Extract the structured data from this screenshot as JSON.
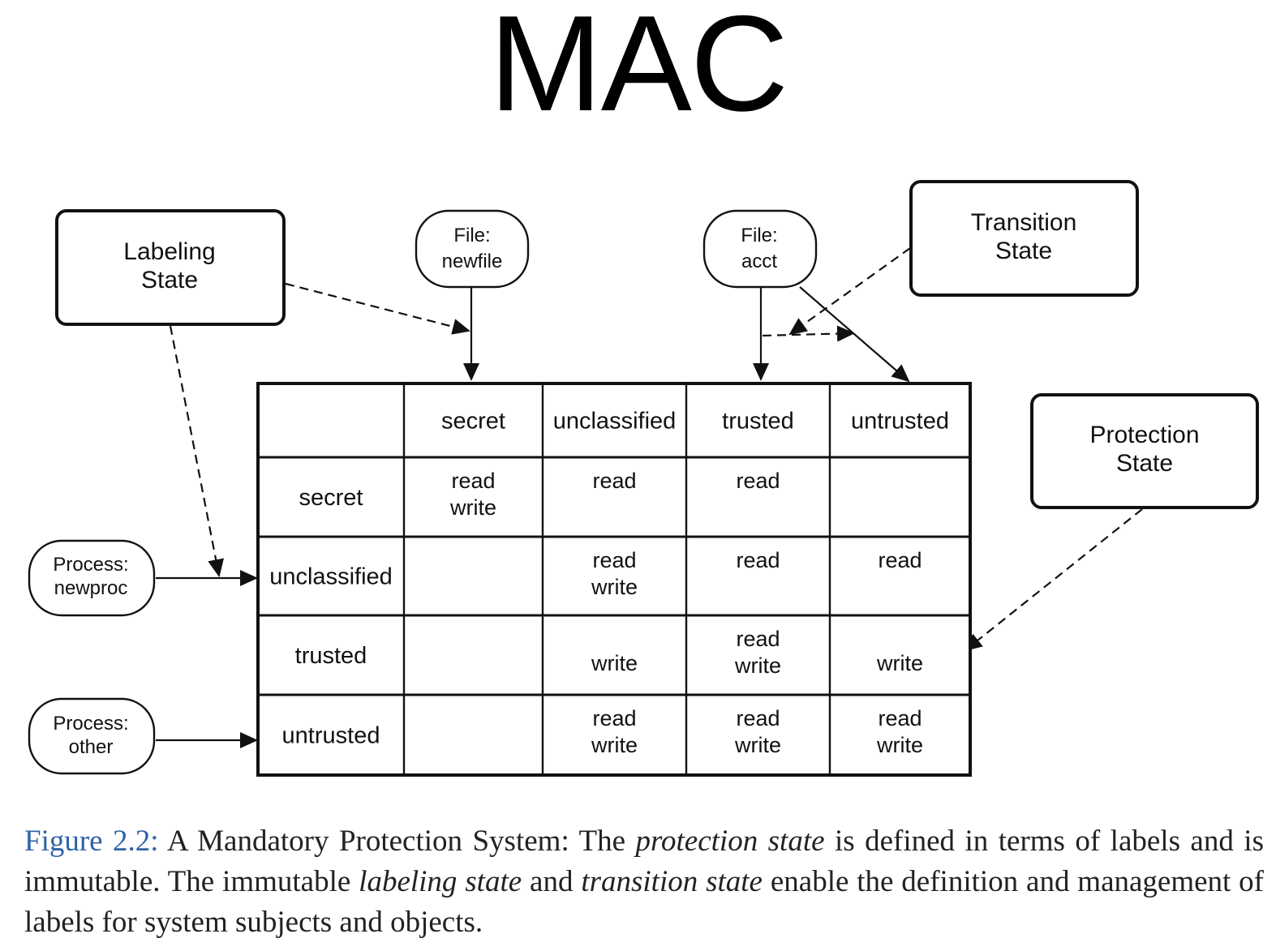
{
  "title": "MAC",
  "nodes": {
    "labeling_state": [
      "Labeling",
      "State"
    ],
    "transition_state": [
      "Transition",
      "State"
    ],
    "protection_state": [
      "Protection",
      "State"
    ],
    "file_newfile": [
      "File:",
      "newfile"
    ],
    "file_acct": [
      "File:",
      "acct"
    ],
    "process_newproc": [
      "Process:",
      "newproc"
    ],
    "process_other": [
      "Process:",
      "other"
    ]
  },
  "matrix": {
    "columns": [
      "secret",
      "unclassified",
      "trusted",
      "untrusted"
    ],
    "rows": [
      {
        "label": "secret",
        "cells": [
          [
            "read",
            "write"
          ],
          [
            "read"
          ],
          [
            "read"
          ],
          []
        ]
      },
      {
        "label": "unclassified",
        "cells": [
          [],
          [
            "read",
            "write"
          ],
          [
            "read"
          ],
          [
            "read"
          ]
        ]
      },
      {
        "label": "trusted",
        "cells": [
          [],
          [
            "write"
          ],
          [
            "read",
            "write"
          ],
          [
            "write"
          ]
        ]
      },
      {
        "label": "untrusted",
        "cells": [
          [],
          [
            "read",
            "write"
          ],
          [
            "read",
            "write"
          ],
          [
            "read",
            "write"
          ]
        ]
      }
    ]
  },
  "caption": {
    "figure_label": "Figure 2.2:",
    "t1": "A Mandatory Protection System: The",
    "e1": "protection state",
    "t2": "is defined in terms of labels and is immutable. The immutable",
    "e2": "labeling state",
    "t3": "and",
    "e3": "transition state",
    "t4": "enable the definition and management of labels for system subjects and objects."
  }
}
